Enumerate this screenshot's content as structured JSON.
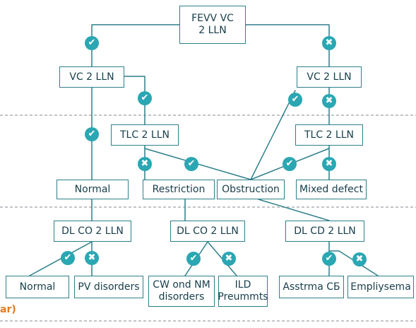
{
  "diagram": {
    "boxes": {
      "root": "FEVV VC\n2 LLN",
      "vc_left": "VC 2 LLN",
      "vc_right": "VC 2 LLN",
      "tlc_left": "TLC 2 LLN",
      "tlc_right": "TLC 2 LLN",
      "normal": "Normal",
      "restriction": "Restriction",
      "obstruction": "Obstruction",
      "mixed_defect": "Mixed defect",
      "dlco_left": "DL CO 2 LLN",
      "dlco_middle": "DL CO 2 LLN",
      "dlco_right": "DL CD 2 LLN",
      "normal_bottom": "Normal",
      "pv_disorders": "PV disorders",
      "cw_nm": "CW ond NM\ndisorders",
      "ild": "ILD\nPreummts",
      "asthma": "Asstrma CБ",
      "emphysema": "Empliysema"
    },
    "badges": {
      "yes_symbol": "✔",
      "no_symbol": "✖"
    },
    "footer_text": "ar)",
    "colors": {
      "box_border": "#2d7f8a",
      "connector": "#2d7f8a",
      "badge_fill": "#2aa7b3",
      "badge_symbol": "#ffffff",
      "dashed_separator": "#9aa1a6",
      "footer_text": "#e07b1f",
      "box_text": "#173e4a"
    }
  }
}
